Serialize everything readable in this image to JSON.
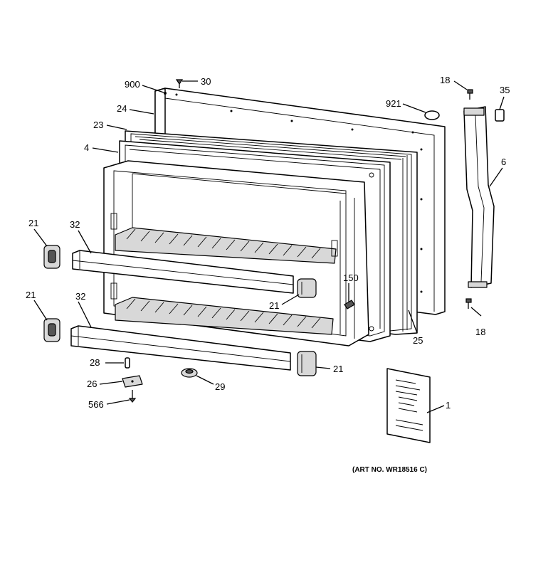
{
  "diagram": {
    "caption": "(ART NO. WR18516 C)",
    "callouts": {
      "c900": "900",
      "c30": "30",
      "c24": "24",
      "c23": "23",
      "c4": "4",
      "c921": "921",
      "c18_top": "18",
      "c35": "35",
      "c6": "6",
      "c21_upper_left": "21",
      "c32_upper": "32",
      "c21_lower_left": "21",
      "c32_lower": "32",
      "c150": "150",
      "c21_mid": "21",
      "c18_bottom": "18",
      "c25": "25",
      "c28": "28",
      "c26": "26",
      "c566": "566",
      "c29": "29",
      "c21_right": "21",
      "c1": "1"
    }
  }
}
